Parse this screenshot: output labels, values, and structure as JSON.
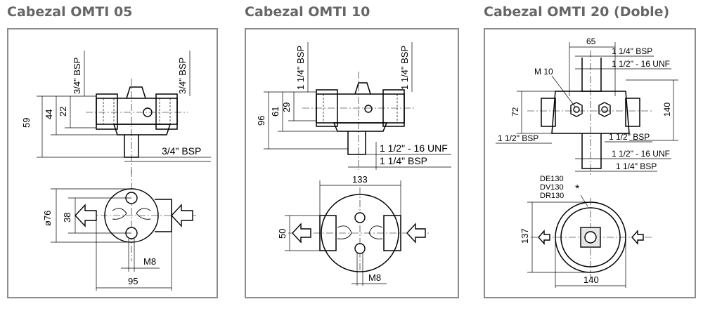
{
  "panels": [
    {
      "title": "Cabezal OMTI 05",
      "labels": {
        "bsp_left": "3/4\" BSP",
        "bsp_right": "3/4\" BSP",
        "dim_59": "59",
        "dim_44": "44",
        "dim_22": "22",
        "bsp_outlet": "3/4\" BSP",
        "dia_76": "ø76",
        "dim_38": "38",
        "thread_m8": "M8",
        "dim_95": "95"
      }
    },
    {
      "title": "Cabezal OMTI 10",
      "labels": {
        "bsp_left": "1 1/4\" BSP",
        "bsp_right": "1 1/4\" BSP",
        "dim_96": "96",
        "dim_61": "61",
        "dim_29": "29",
        "unf": "1 1/2\" - 16 UNF",
        "bsp_outlet": "1 1/4\" BSP",
        "dim_133": "133",
        "dim_50": "50",
        "thread_m8": "M8"
      }
    },
    {
      "title": "Cabezal OMTI 20 (Doble)",
      "labels": {
        "dim_65": "65",
        "bsp_top": "1 1/4\" BSP",
        "unf_top": "1 1/2\" - 16 UNF",
        "thread_m10": "M 10",
        "dim_72": "72",
        "dim_140_v": "140",
        "bsp_left": "1 1/2\" BSP",
        "bsp_right": "1 1/2\" BSP",
        "unf_bottom": "1 1/2\" - 16 UNF",
        "bsp_bottom": "1 1/4\" BSP",
        "model_de": "DE130",
        "model_dv": "DV130",
        "model_dr": "DR130",
        "asterisk": "*",
        "dim_137": "137",
        "dim_140_h": "140"
      }
    }
  ]
}
